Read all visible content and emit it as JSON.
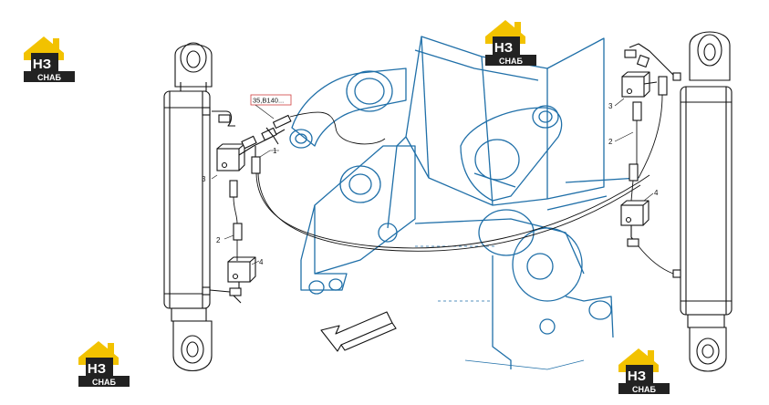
{
  "watermark": {
    "text_top": "НЗ",
    "text_bottom": "СНАБ",
    "colors": {
      "roof": "#f2c200",
      "dark": "#222222",
      "text_light": "#ffffff"
    }
  },
  "reference_label": "35,B140...",
  "callouts": {
    "left": [
      "1",
      "3",
      "2",
      "4"
    ],
    "right": [
      "3",
      "2",
      "4"
    ]
  },
  "colors": {
    "frame_blue": "#1f6fa8",
    "part_black": "#111111",
    "reference_red": "#d04040"
  },
  "icons": [
    "direction-arrow-icon"
  ]
}
